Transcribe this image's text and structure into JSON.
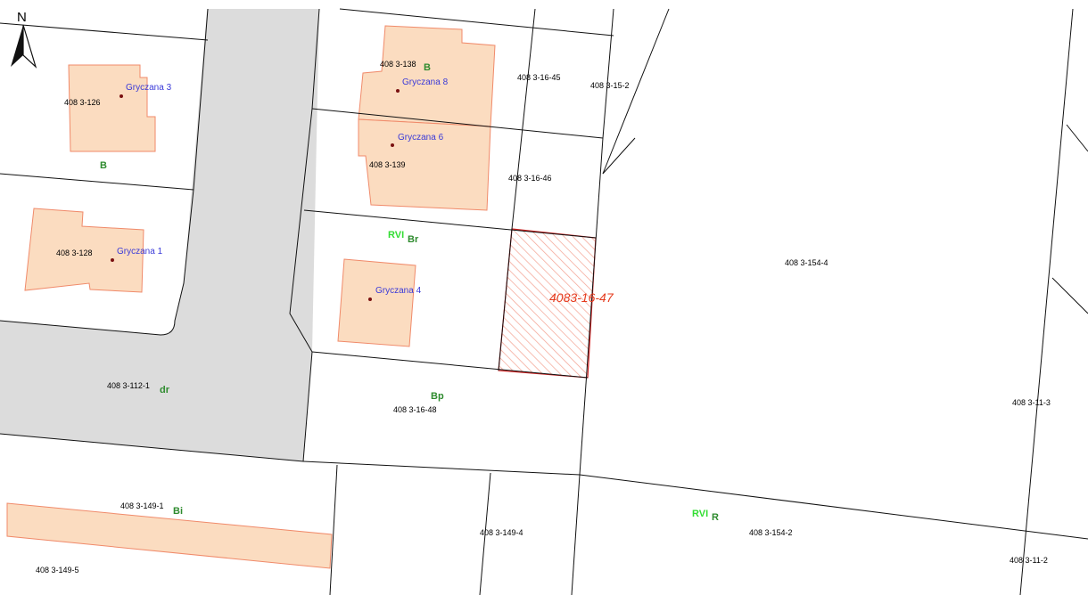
{
  "north": {
    "label": "N"
  },
  "colors": {
    "building_fill": "#fbdcc0",
    "building_stroke": "#f08a6a",
    "road_fill": "#dcdcdc",
    "address_color": "#3a3ad8",
    "landuse_color": "#2e8b2e",
    "landuse_light": "#33dd33",
    "highlight": "#e53b1e",
    "boundary": "#111111"
  },
  "parcels": {
    "p126": "408 3-126",
    "p128": "408 3-128",
    "p138": "408 3-138",
    "p139": "408 3-139",
    "p16_45": "408 3-16-45",
    "p15_2": "408 3-15-2",
    "p16_46": "408 3-16-46",
    "p154_4": "408 3-154-4",
    "p112_1": "408 3-112-1",
    "p16_48": "408 3-16-48",
    "p11_3": "408 3-11-3",
    "p149_1": "408 3-149-1",
    "p149_4": "408 3-149-4",
    "p154_2": "408 3-154-2",
    "p11_2": "408 3-11-2",
    "p149_5": "408 3-149-5"
  },
  "highlight": {
    "label": "4083-16-47"
  },
  "addresses": {
    "g3": "Gryczana 3",
    "g8": "Gryczana 8",
    "g6": "Gryczana 6",
    "g1": "Gryczana 1",
    "g4": "Gryczana 4"
  },
  "landuse": {
    "b1": "B",
    "b2": "B",
    "rvi1": "RVI",
    "br": "Br",
    "dr": "dr",
    "bp": "Bp",
    "bi": "Bi",
    "rvi2": "RVI",
    "r": "R"
  }
}
